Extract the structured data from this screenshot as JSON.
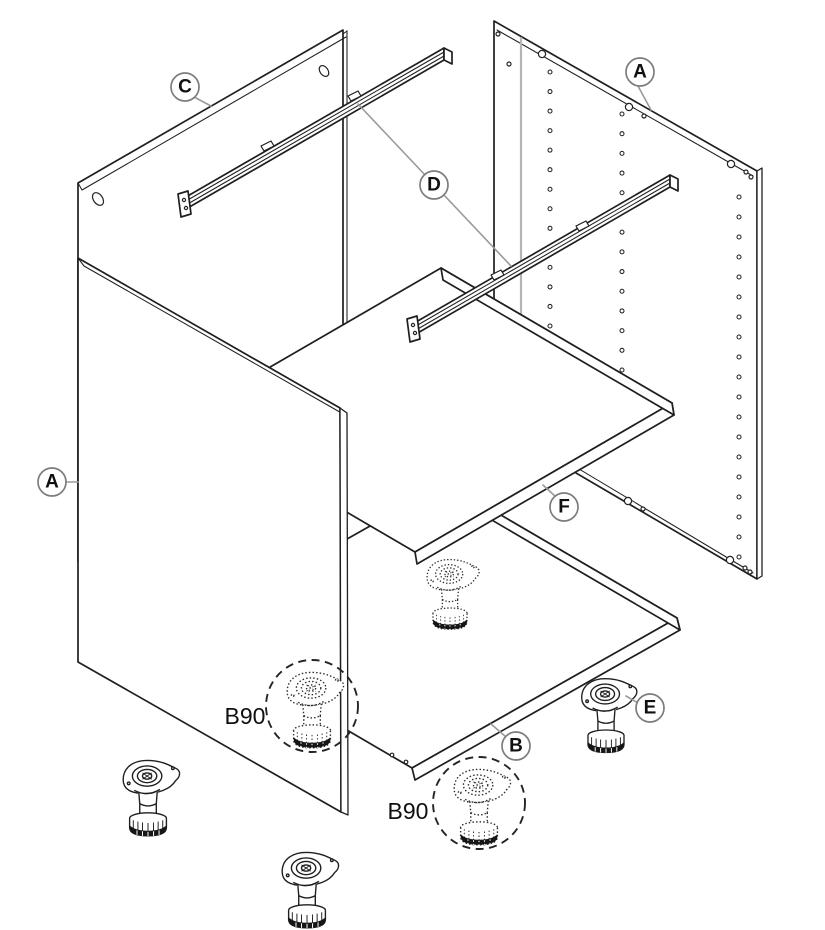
{
  "diagram": {
    "kind": "furniture-assembly-exploded-view",
    "colors": {
      "background": "#ffffff",
      "line": "#1f1f1f",
      "leader": "#9a9a9a",
      "callout_ring": "#7d7d7d",
      "groove_line": "#b5b5b5",
      "foot_base_band": "#161616"
    },
    "callouts": {
      "back_panel": "C",
      "right_side_panel": "A",
      "left_side_panel": "A",
      "hanging_rails": "D",
      "shelf": "F",
      "bottom_panel": "B",
      "adjustable_foot": "E"
    },
    "part_numbers": {
      "foot_left": "B90",
      "foot_right": "B90"
    }
  }
}
